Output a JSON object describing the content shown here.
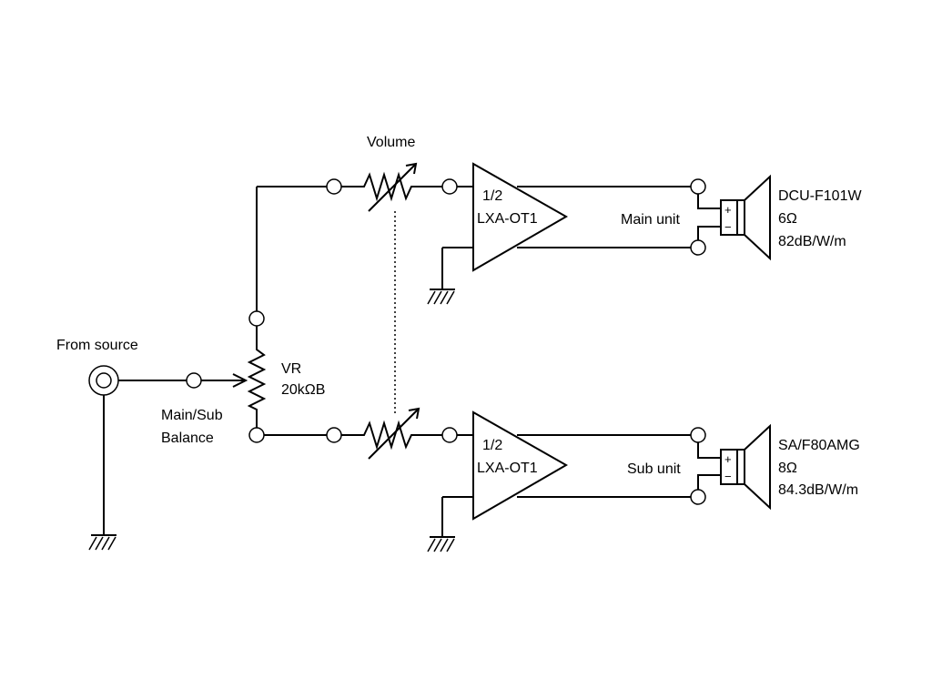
{
  "labels": {
    "from_source": "From source",
    "volume": "Volume",
    "vr": "VR",
    "vr_value": "20kΩB",
    "balance_line1": "Main/Sub",
    "balance_line2": "Balance",
    "amp_top_part": "1/2",
    "amp_top_model": "LXA-OT1",
    "amp_bottom_part": "1/2",
    "amp_bottom_model": "LXA-OT1",
    "main_unit": "Main unit",
    "sub_unit": "Sub unit",
    "main_speaker_model": "DCU-F101W",
    "main_speaker_impedance": "6Ω",
    "main_speaker_sensitivity": "82dB/W/m",
    "sub_speaker_model": "SA/F80AMG",
    "sub_speaker_impedance": "8Ω",
    "sub_speaker_sensitivity": "84.3dB/W/m",
    "plus_top": "+",
    "minus_top": "−",
    "plus_bottom": "+",
    "minus_bottom": "−"
  }
}
